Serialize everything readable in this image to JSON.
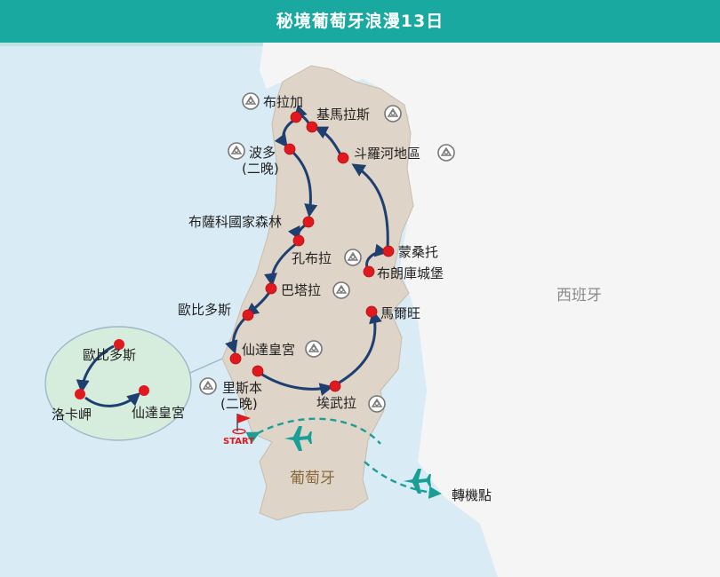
{
  "title": "秘境葡萄牙浪漫13日",
  "countries": {
    "spain": "西班牙",
    "portugal": "葡萄牙"
  },
  "start_label": "START",
  "transfer_label": "轉機點",
  "cities": {
    "braga": "布拉加",
    "guimaraes": "基馬拉斯",
    "douro": "斗羅河地區",
    "porto": "波多",
    "porto_nights": "(二晚)",
    "bucaco": "布薩科國家森林",
    "coimbra": "孔布拉",
    "monsanto": "蒙桑托",
    "belmonte": "布朗庫城堡",
    "batalha": "巴塔拉",
    "obidos": "歐比多斯",
    "marvao": "馬爾旺",
    "sintra": "仙達皇宮",
    "lisbon": "里斯本",
    "lisbon_nights": "(二晚)",
    "evora": "埃武拉"
  },
  "inset": {
    "obidos": "歐比多斯",
    "roca": "洛卡岬",
    "sintra": "仙達皇宮"
  },
  "colors": {
    "route": "#1e3f70",
    "city": "#e0191e",
    "land": "#ded4c7",
    "sea": "#d9ebf5",
    "header": "#1aa9a0",
    "flight": "#1a9f97",
    "inset": "#d6ecdc"
  },
  "icons": {
    "heritage": "unesco-heritage-icon",
    "plane": "airplane-icon",
    "flag": "start-flag-icon"
  }
}
